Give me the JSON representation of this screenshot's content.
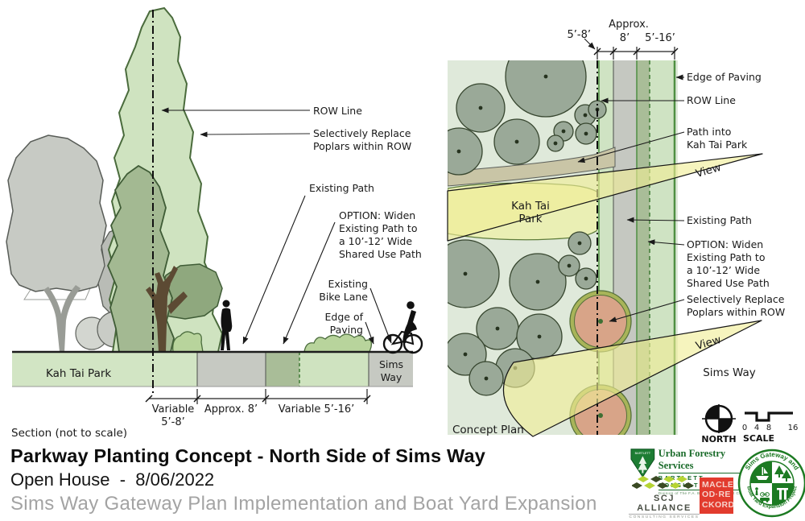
{
  "title_block": {
    "title": "Parkway Planting Concept - North Side of Sims Way",
    "subtitle": "Open House  -  8/06/2022",
    "project": "Sims Way Gateway Plan Implementation and Boat Yard Expansion"
  },
  "section": {
    "caption": "Section (not to scale)",
    "area_labels": {
      "kah_tai_park": "Kah Tai Park",
      "sims_way": [
        "Sims",
        "Way"
      ]
    },
    "callouts": {
      "row_line": "ROW Line",
      "replace_poplars": [
        "Selectively Replace",
        "Poplars within ROW"
      ],
      "existing_path": "Existing Path",
      "option": [
        "OPTION: Widen",
        "Existing Path to",
        "a 10’-12’ Wide",
        "Shared Use Path"
      ],
      "bike_lane": [
        "Existing",
        "Bike Lane"
      ],
      "edge_of_paving": [
        "Edge of",
        "Paving"
      ]
    },
    "dimensions": {
      "d1": [
        "Variable",
        "5’-8’"
      ],
      "d2": "Approx. 8’",
      "d3": "Variable 5’-16’"
    }
  },
  "plan": {
    "caption": "Concept Plan",
    "area_labels": {
      "kah_tai_park": [
        "Kah Tai",
        "Park"
      ],
      "sims_way": "Sims Way",
      "view_upper": "View",
      "view_lower": "View"
    },
    "callouts": {
      "edge_of_paving": "Edge of Paving",
      "row_line": "ROW Line",
      "path_into_park": [
        "Path into",
        "Kah Tai Park"
      ],
      "existing_path": "Existing Path",
      "option": [
        "OPTION: Widen",
        "Existing Path to",
        "a 10’-12’ Wide",
        "Shared Use Path"
      ],
      "replace_poplars": [
        "Selectively Replace",
        "Poplars within ROW"
      ]
    },
    "dimensions": {
      "d1": "5’-8’",
      "d2a": "Approx.",
      "d2b": "8’",
      "d3": "5’-16’"
    },
    "trees": [
      [
        678,
        95,
        50
      ],
      [
        597,
        134,
        30
      ],
      [
        570,
        188,
        29
      ],
      [
        642,
        176,
        28
      ],
      [
        700,
        163,
        12
      ],
      [
        727,
        143,
        13
      ],
      [
        742,
        136,
        11
      ],
      [
        728,
        166,
        13
      ],
      [
        690,
        178,
        10
      ],
      [
        578,
        340,
        42
      ],
      [
        668,
        350,
        35
      ],
      [
        720,
        302,
        14
      ],
      [
        707,
        330,
        13
      ],
      [
        728,
        346,
        13
      ],
      [
        618,
        408,
        26
      ],
      [
        670,
        418,
        28
      ],
      [
        578,
        440,
        26
      ],
      [
        640,
        457,
        24
      ],
      [
        604,
        470,
        21
      ]
    ],
    "poplars_to_replace": [
      [
        746,
        399,
        35
      ],
      [
        746,
        516,
        35
      ]
    ],
    "colors": {
      "tree_fill": "#9aa998",
      "lawn_fill": "#eaefb4",
      "path_fill": "#c5c8c1",
      "replace_fill": "#d8a488",
      "view_fill": "#f0ee96",
      "edge_green": "#4f8f42"
    }
  },
  "compass": {
    "north_label": "NORTH"
  },
  "scale_bar": {
    "label": "SCALE",
    "ticks": [
      "0",
      "4",
      "8",
      "16"
    ]
  },
  "logos": {
    "bartlett": {
      "shield": "BARTLETT",
      "line1": "Urban Forestry Services",
      "line2": "BARTLETT CONSULTING",
      "line3": "Division of The F.A. Bartlett Tree Expert Company"
    },
    "scj": {
      "name": "SCJ ALLIANCE",
      "tagline": "CONSULTING SERVICES"
    },
    "macleod": {
      "lines": [
        "MACLE",
        "OD·RE",
        "CKORD"
      ]
    },
    "gateway": {
      "arc_top": "Sims Gateway and",
      "arc_bottom": "Boat Yard Expansion Project"
    }
  }
}
